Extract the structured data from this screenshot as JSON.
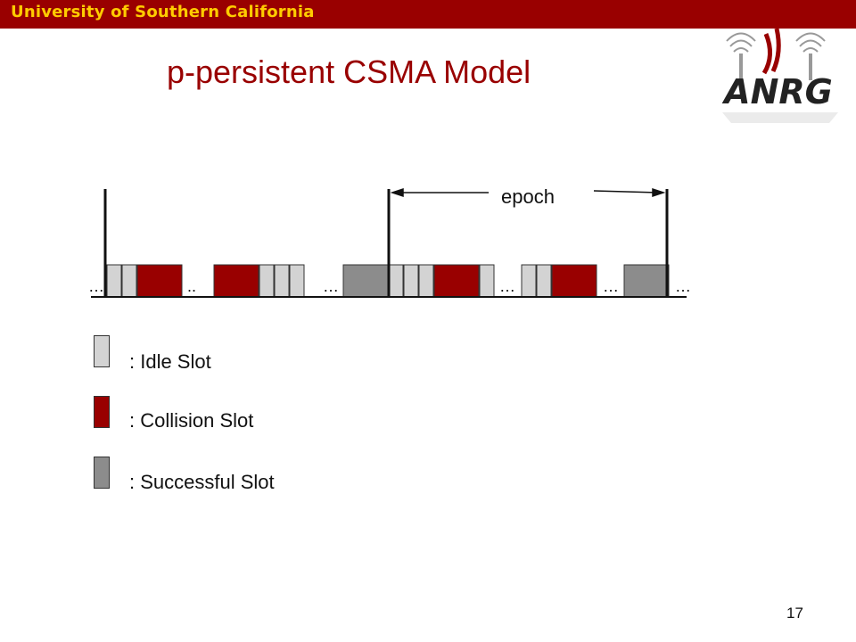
{
  "header": {
    "banner": "University of Southern California"
  },
  "slide": {
    "title": "p-persistent CSMA Model",
    "page_number": "17"
  },
  "logo": {
    "text": "ANRG",
    "icon": "wireless-signal-icon"
  },
  "diagram": {
    "epoch_label": "epoch",
    "ellipsis": [
      "…",
      "..",
      "…",
      "…",
      "…",
      "…"
    ],
    "slot_sequence": [
      [
        "idle",
        "idle",
        "collision"
      ],
      [
        "collision",
        "idle",
        "idle",
        "idle"
      ],
      [
        "success",
        "idle",
        "idle",
        "idle",
        "collision",
        "idle"
      ],
      [
        "idle",
        "idle",
        "collision"
      ],
      [
        "success"
      ]
    ]
  },
  "legend": [
    {
      "kind": "idle",
      "label": ": Idle Slot"
    },
    {
      "kind": "collision",
      "label": ": Collision Slot"
    },
    {
      "kind": "success",
      "label": ": Successful Slot"
    }
  ],
  "colors": {
    "banner": "#990000",
    "banner_text": "#ffcc00",
    "title": "#990000",
    "idle": "#d3d3d3",
    "collision": "#990000",
    "success": "#8c8c8c"
  }
}
